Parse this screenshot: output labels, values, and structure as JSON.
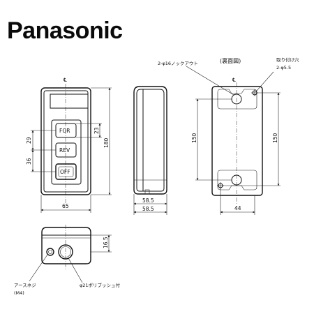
{
  "brand": {
    "logo_text": "Panasonic"
  },
  "rear_view": {
    "heading": "(裏面図)",
    "knockout_label": "2-φ16ノックアウト",
    "mount_hole_label_1": "取り付け穴",
    "mount_hole_label_2": "2-φ5.5",
    "dim_height_outer": "150",
    "dim_height_inner": "150",
    "dim_width": "44"
  },
  "front_view": {
    "centerline_mark": "℄",
    "button_for": "FOR",
    "button_rev": "REV",
    "button_off": "OFF",
    "dim_pitch_upper": "29",
    "dim_pitch_lower": "36",
    "dim_button": "23",
    "dim_height": "180",
    "dim_width": "65"
  },
  "side_view": {
    "dim_depth_1": "58.5",
    "dim_depth_2": "58.5"
  },
  "bottom_view": {
    "dim_height": "16.5",
    "earth_screw_label_1": "アースネジ",
    "earth_screw_label_2": "(M4)",
    "bushing_label": "φ21ポリブッシュ付"
  }
}
